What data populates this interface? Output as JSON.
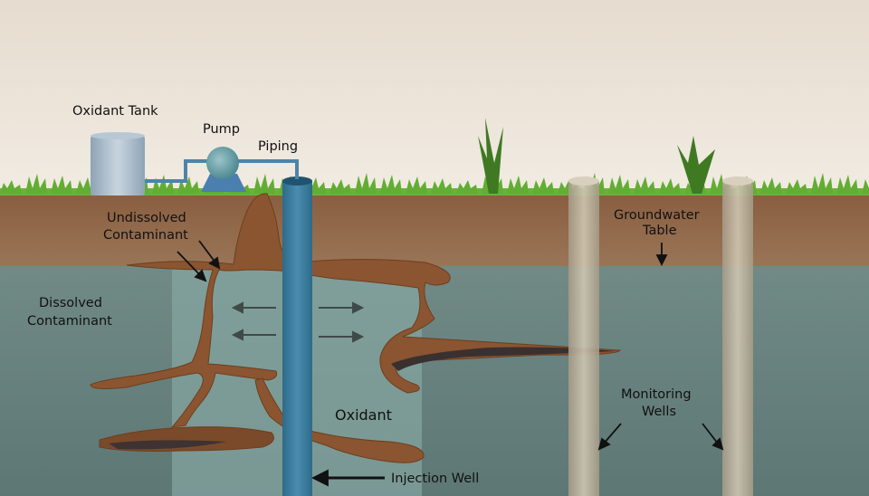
{
  "labels": {
    "oxidant_tank": "Oxidant Tank",
    "pump": "Pump",
    "piping": "Piping",
    "undissolved_line1": "Undissolved",
    "undissolved_line2": "Contaminant",
    "groundwater_line1": "Groundwater",
    "groundwater_line2": "Table",
    "dissolved_line1": "Dissolved",
    "dissolved_line2": "Contaminant",
    "oxidant": "Oxidant",
    "monitoring_line1": "Monitoring",
    "monitoring_line2": "Wells",
    "injection_well": "Injection Well"
  },
  "colors": {
    "sky": "#ebe2d6",
    "soil": "#8e6446",
    "groundwater": "#6c8784",
    "oxidant_zone": "#7e9d9a",
    "injection_well": "#3d7d9c",
    "monitoring_well": "#bdb39e",
    "contaminant": "#8a5530",
    "grass": "#5fa830"
  }
}
